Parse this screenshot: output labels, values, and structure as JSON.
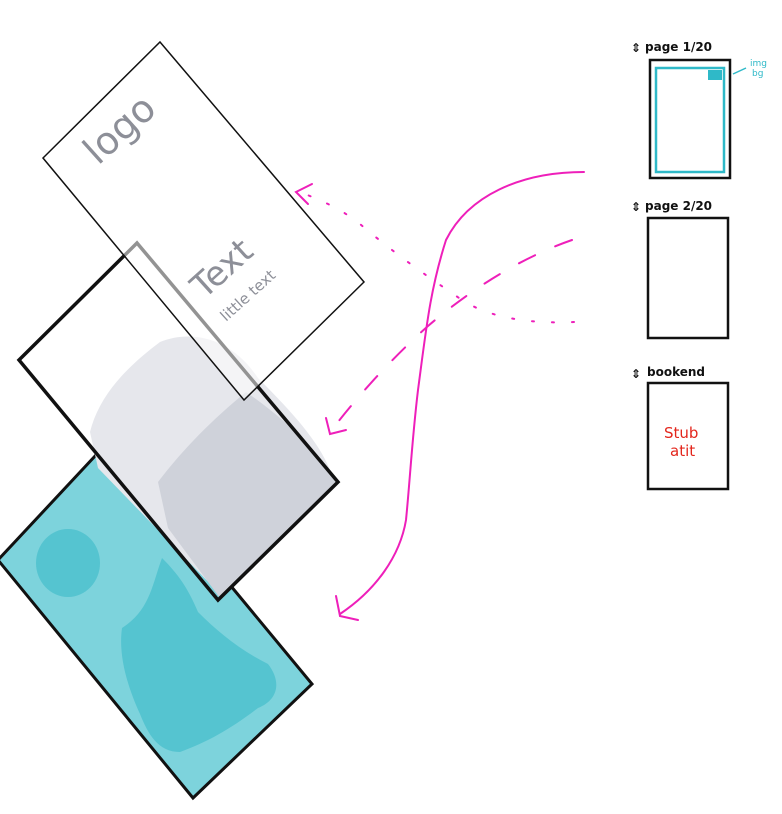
{
  "layers": {
    "top": {
      "logo": "logo",
      "text": "Text",
      "subtext": "little text"
    },
    "bottom": {}
  },
  "panel": {
    "page1": {
      "label": "page 1/20",
      "annotation_line1": "img",
      "annotation_line2": "bg"
    },
    "page2": {
      "label": "page 2/20"
    },
    "bookend": {
      "label": "bookend",
      "content_line1": "Stub",
      "content_line2": "atit"
    }
  },
  "colors": {
    "accent": "#ee1fba",
    "teal": "#2fb9c8",
    "teal_fill": "#7dd3dc",
    "teal_dark": "#55c4d0",
    "gray_fill": "#cfd2da",
    "gray_light": "#e6e7ec",
    "sketch_gray": "#8d8f98",
    "stub_red": "#e3261c",
    "ink": "#111111"
  }
}
